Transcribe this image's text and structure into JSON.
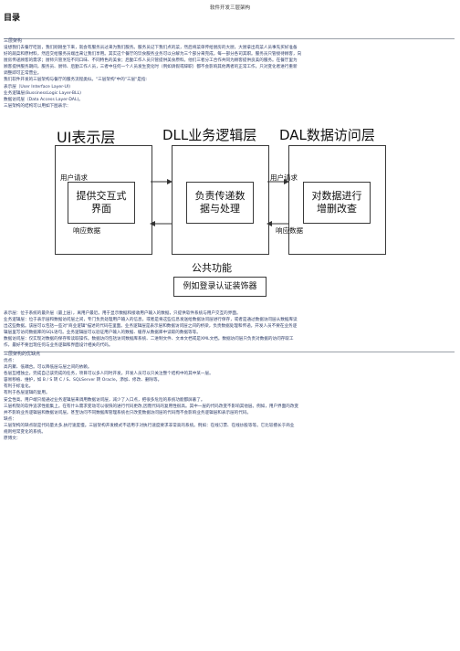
{
  "doc": {
    "title": "软件开发三层架构",
    "toc": "目录",
    "section1_title": "三层架构",
    "intro_lines": [
      "设想我们去餐厅吃饭，我们刚刚坐下来，就会有服务员过来为我们服务。服务员记下我们点的菜，然后将菜单传给厨房的大厨，大厨拿出肉菜人员事先买好准备",
      "好的蔬菜和原材料，然后交给服务员端出来让我们享用。其实这个餐厅的饮食服务业务可以分解为三个部分来完成，每一部分各司其职。服务员只管接待顾客，向",
      "厨房传递顾客的需求；厨师只管烹饪不同口味、不同特色的美食；后勤工作人员只管提供美食原料。他们三者分工合作共同为顾客提供良美的服务。在餐厅里为",
      "顾客提供服务期间，服务员、厨师、后勤工作人员，三者中任何一个人员发生变化时（例如请假或辞职）都不会影响其他两者的正常工作，只对变化者进行重新",
      "调整即可正常营业。",
      "我们软件开发的三层架构与餐厅的服务流程类似。\"三层架构\"中的\"三层\"是指:",
      "表示层（User Interface Layer-UI)",
      "业务逻辑层(BussinessLogic Layer-BLL)",
      "数据访问层（Data Access Layer-DAL)。",
      "三层架构的结构可以用如下图表示："
    ],
    "after_diagram_lines": [
      "表示层：位于系统的最外层（最上层），离用户最近。用于显示数据和接收用户输入的数据，只提供软件系统与用户交互的界面。",
      "业务逻辑层：位于表示层和数据访问层之间，专门负责处理用户输入的信息，或者是将这些信息发送给数据访问层进行保存，或者是通过数据访问层从数据库读",
      "出这些数据。该层可以包括一些对\"商业逻辑\"描述的代码在里面。业务逻辑层是表示层和数据访问层之间的桥梁，负责数据处理和传递。开发人员不要在业务逻",
      "辑层里写访问数据库的SQL语句。业务逻辑层可以验证用户输入的数据、缓存从数据库中读取的数据等等。",
      "数据访问层：仅实现对数据的保存和读取操作。数据访问包括访问数据库系统、二进制文件、文本文档或是XML文档。数据访问层只负责对数据的访问存取工",
      "作，最好不要出现任何与业务逻辑和界面设计相关的代码。"
    ],
    "section2_title": "三层架构的优缺点",
    "pros_cons_lines": [
      "优点：",
      "高内聚、低耦合。可以降低层与层之间的依赖。",
      "各层互相独立，完成自己该完成的任务，项目可以多人同时开发，开发人员可以只关注整个结构中的其中某一层。",
      "容易移植、维护，如 B / S 转 C / S、SQLServer 转 Oracle，添加、修改、删除等。",
      "有利于标准化。",
      "有利于各层逻辑的复用。",
      "安全性高。用户端只能通过业务逻辑层来调用数据访问层，减少了入口点，把很多危险的系统功能都屏蔽了。",
      "三层构架的软件追求性能集上。在有什么需求变动可以很快的进行代码更改,因而代码的复用性很高。其中一层的代码改变不影响其他层。例如，用户界面的改变",
      "并不影响业务逻辑层和数据访问层。甚至访问不同数据库管理系统也只改变数据访问层的代码而不会影响业务逻辑层和表示层的代码。",
      "缺点：",
      "三层架构的缺点就是代码量太多,执行速度慢。三层架构开发模式不适用于对执行速度要求非常高的系统。例如：在线订票、在线炒股等等。它比较擅长于商业",
      "规则经常变化的系统。",
      "原博文："
    ]
  },
  "diagram": {
    "ui_title": "UI表示层",
    "bll_title": "DLL业务逻辑层",
    "dal_title": "DAL数据访问层",
    "ui_box": "提供交互式界面",
    "bll_box": "负责传递数据与处理",
    "dal_box": "对数据进行增删改查",
    "request_label_1": "用户请求",
    "request_label_2": "用户请求",
    "response_label_1": "响应数据",
    "response_label_2": "响应数据",
    "common_title": "公共功能",
    "common_box": "例如登录认证装饰器"
  }
}
